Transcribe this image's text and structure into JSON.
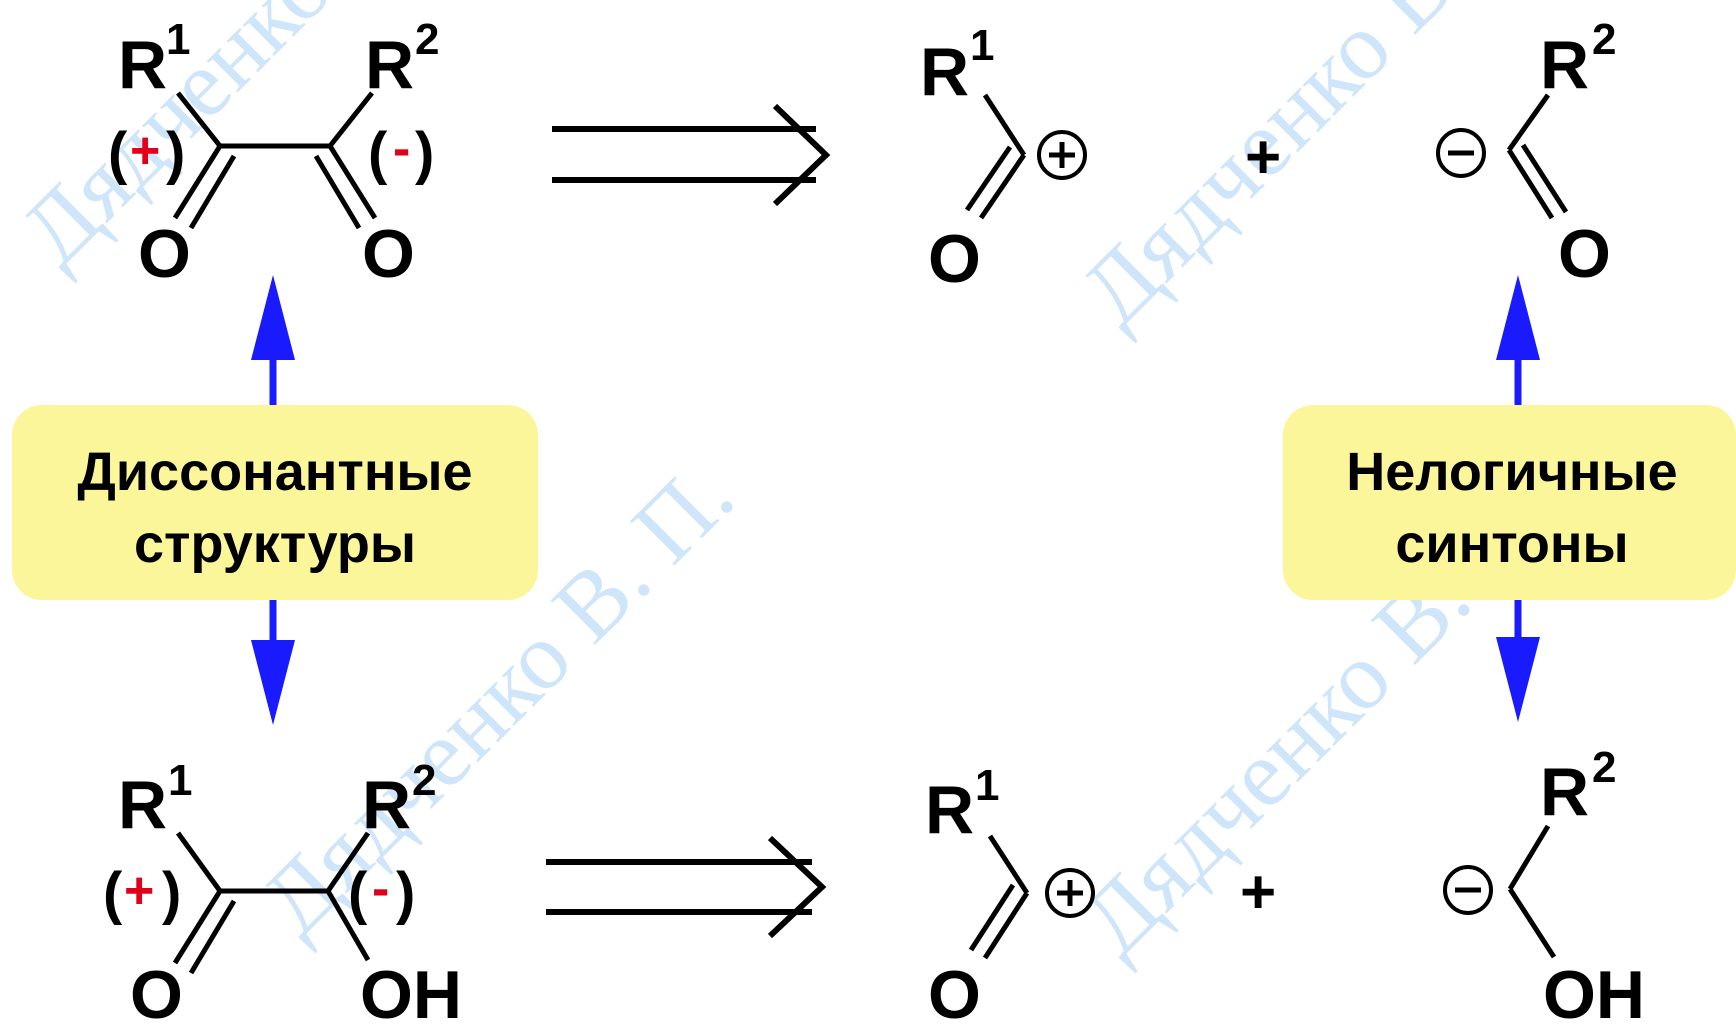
{
  "colors": {
    "callout_fill": "#fbf69a",
    "connector_blue": "#1a1aff",
    "charge_red": "#e0001a",
    "watermark_blue": "#cfe6fa"
  },
  "watermark": "Дядченко В. П.",
  "labels": {
    "R": "R",
    "one": "1",
    "two": "2",
    "O": "O",
    "OH": "OH",
    "plus_sign": "+",
    "paren_open": "(",
    "paren_close": ")",
    "pos_charge": "+",
    "neg_charge": "-",
    "cation": "⊕",
    "anion": "⊖"
  },
  "callouts": {
    "left": {
      "line1": "Диссонантные",
      "line2": "структуры"
    },
    "right": {
      "line1": "Нелогичные",
      "line2": "синтоны"
    }
  },
  "icons": {
    "retro_arrow": "retrosynthesis-arrow-icon",
    "connector": "double-headed-arrow-icon"
  }
}
